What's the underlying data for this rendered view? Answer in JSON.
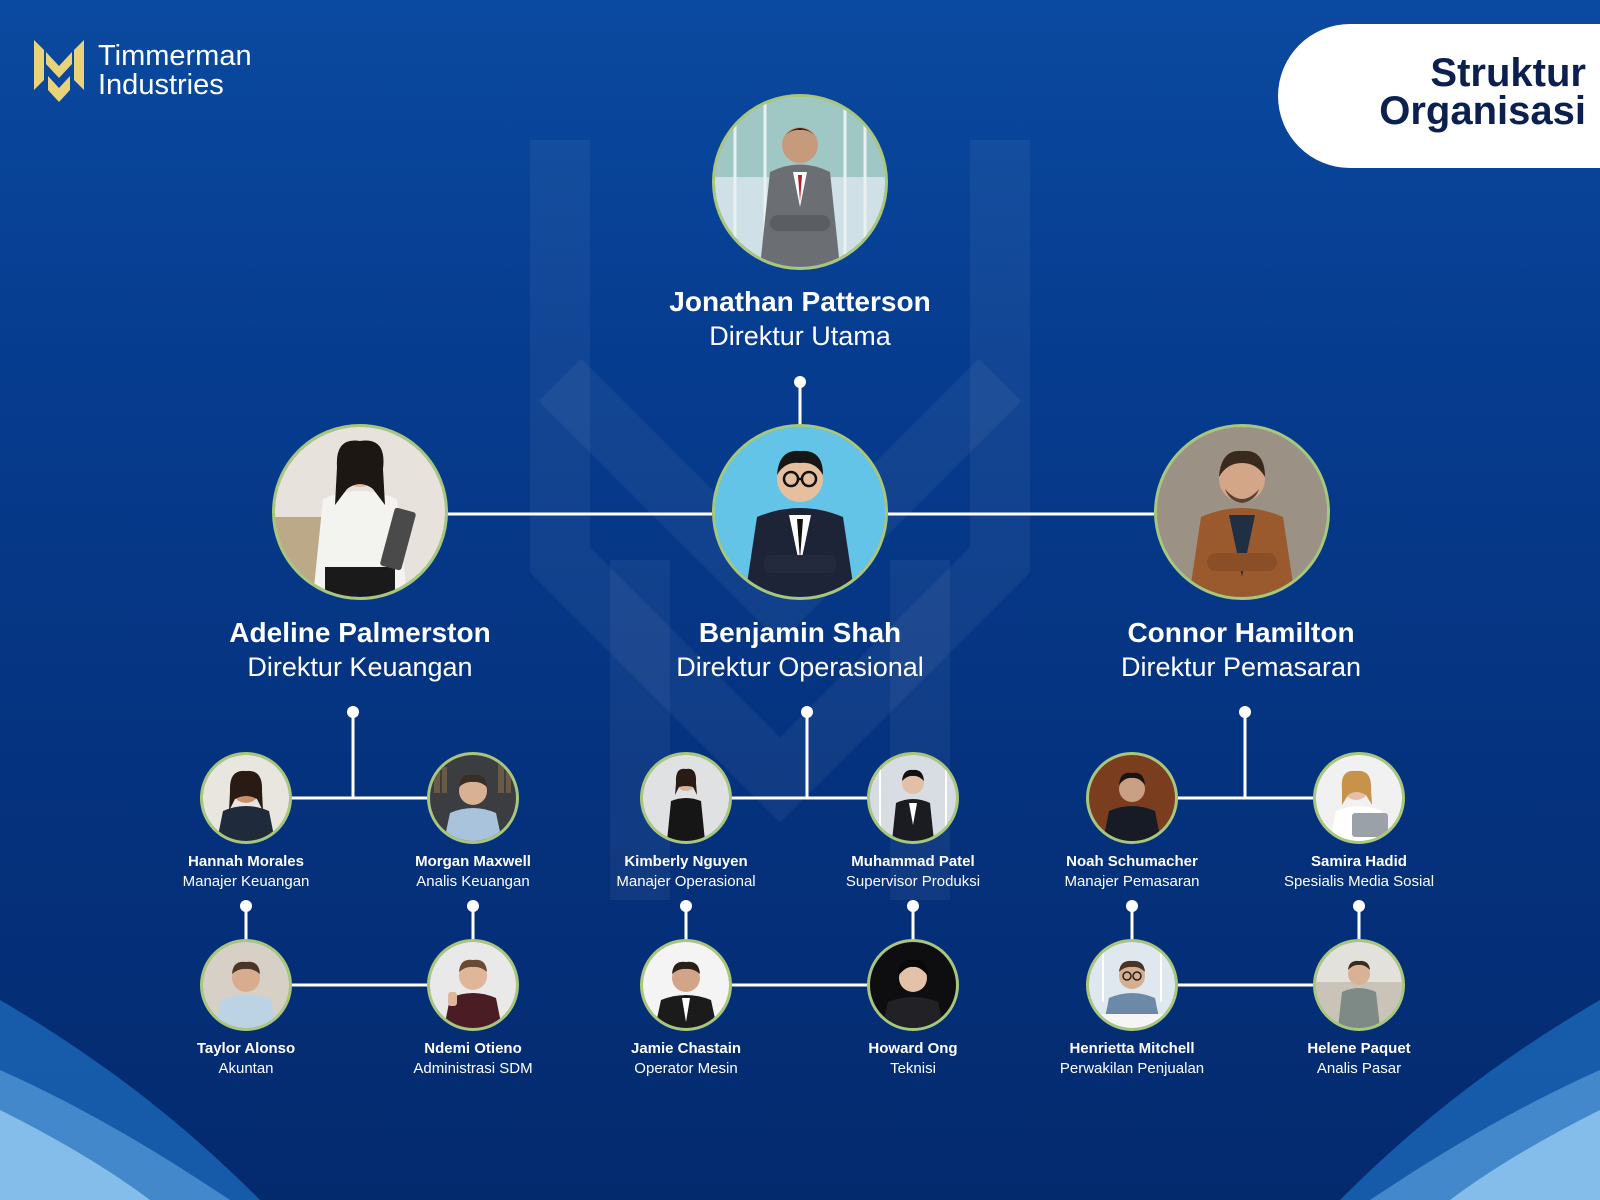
{
  "brand": {
    "line1": "Timmerman",
    "line2": "Industries"
  },
  "title": {
    "line1": "Struktur",
    "line2": "Organisasi"
  },
  "colors": {
    "background": "#063c8f",
    "avatar_ring": "#a9c77a",
    "title_text": "#0c2050",
    "logo": "#e8d27a"
  },
  "people": {
    "ceo": {
      "name": "Jonathan Patterson",
      "role": "Direktur Utama",
      "photo": "man-grey-suit"
    },
    "finance_director": {
      "name": "Adeline Palmerston",
      "role": "Direktur Keuangan",
      "photo": "woman-white-blouse"
    },
    "ops_director": {
      "name": "Benjamin Shah",
      "role": "Direktur Operasional",
      "photo": "man-navy-suit-glasses"
    },
    "marketing_director": {
      "name": "Connor Hamilton",
      "role": "Direktur Pemasaran",
      "photo": "man-brown-blazer"
    },
    "staff": [
      {
        "name": "Hannah Morales",
        "role": "Manajer Keuangan",
        "photo": "woman-smiling"
      },
      {
        "name": "Morgan Maxwell",
        "role": "Analis Keuangan",
        "photo": "man-bookshelf"
      },
      {
        "name": "Taylor Alonso",
        "role": "Akuntan",
        "photo": "man-light-shirt"
      },
      {
        "name": "Ndemi Otieno",
        "role": "Administrasi SDM",
        "photo": "man-thumbs-up"
      },
      {
        "name": "Kimberly Nguyen",
        "role": "Manajer Operasional",
        "photo": "woman-black-suit"
      },
      {
        "name": "Muhammad Patel",
        "role": "Supervisor Produksi",
        "photo": "man-black-suit"
      },
      {
        "name": "Jamie Chastain",
        "role": "Operator Mesin",
        "photo": "man-tie-white-bg"
      },
      {
        "name": "Howard Ong",
        "role": "Teknisi",
        "photo": "man-dark-bg"
      },
      {
        "name": "Noah Schumacher",
        "role": "Manajer Pemasaran",
        "photo": "man-brown-bg"
      },
      {
        "name": "Samira Hadid",
        "role": "Spesialis Media Sosial",
        "photo": "woman-laptop"
      },
      {
        "name": "Henrietta Mitchell",
        "role": "Perwakilan Penjualan",
        "photo": "man-desk-glasses"
      },
      {
        "name": "Helene Paquet",
        "role": "Analis Pasar",
        "photo": "man-office"
      }
    ]
  }
}
